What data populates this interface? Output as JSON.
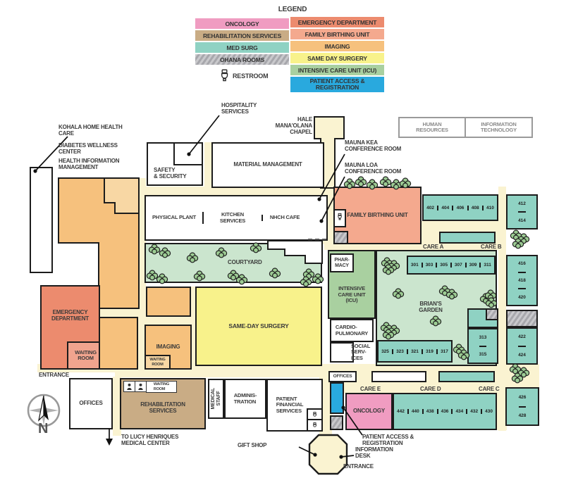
{
  "legend": {
    "title": "LEGEND",
    "items_left": [
      {
        "label": "ONCOLOGY",
        "color": "#F09CC1"
      },
      {
        "label": "REHABILITATION SERVICES",
        "color": "#C9AC85"
      },
      {
        "label": "MED SURG",
        "color": "#8FD2C3"
      },
      {
        "label": "OHANA ROOMS",
        "color": "#b4b4b8"
      }
    ],
    "items_right": [
      {
        "label": "EMERGENCY DEPARTMENT",
        "color": "#EC8B6E"
      },
      {
        "label": "FAMILY BIRTHING UNIT",
        "color": "#F4A98E"
      },
      {
        "label": "IMAGING",
        "color": "#F6C17D"
      },
      {
        "label": "SAME DAY SURGERY",
        "color": "#F8F28B"
      },
      {
        "label": "INTENSIVE CARE UNIT (ICU)",
        "color": "#A9D0A0"
      },
      {
        "label": "PATIENT ACCESS &\nREGISTRATION",
        "color": "#29A9DE"
      }
    ],
    "restroom_label": "RESTROOM"
  },
  "colors": {
    "oncology": "#F09CC1",
    "emergency": "#EC8B6E",
    "emergency_waiting": "#F0A48E",
    "rehabilitation": "#C9AC85",
    "family_birthing": "#F4A98E",
    "med_surg": "#8FD2C3",
    "imaging": "#F6C17D",
    "imaging_waiting": "#F8D7A4",
    "same_day_surgery": "#F8F28B",
    "icu": "#A9D0A0",
    "patient_access": "#29A9DE",
    "garden_green": "#CBE5CE",
    "tree_green": "#9CCB93",
    "corridor_cream": "#FAF3D1",
    "wall": "#1c1c1c",
    "ohana_gray": "#b4b4b8"
  },
  "map": {
    "labels": {
      "kohala": "KOHALA HOME HEALTH\nCARE",
      "diabetes": "DIABETES WELLNESS\nCENTER",
      "him": "HEALTH INFORMATION\nMANAGEMENT",
      "hospitality": "HOSPITALITY\nSERVICES",
      "chapel": "HALE\nMANA'OLANA\nCHAPEL",
      "mauna_kea": "MAUNA KEA\nCONFERENCE ROOM",
      "mauna_loa": "MAUNA LOA\nCONFERENCE ROOM",
      "human_resources": "HUMAN\nRESOURCES",
      "information_technology": "INFORMATION\nTECHNOLOGY",
      "safety_security": "SAFETY\n& SECURITY",
      "material_management": "MATERIAL MANAGEMENT",
      "physical_plant": "PHYSICAL PLANT",
      "kitchen_services": "KITCHEN\nSERVICES",
      "nhch_cafe": "NHCH CAFE",
      "family_birthing_unit": "FAMILY BIRTHING UNIT",
      "imaging": "IMAGING",
      "waiting_room": "WAITING\nROOM",
      "emergency_department": "EMERGENCY\nDEPARTMENT",
      "same_day_surgery": "SAME-DAY SURGERY",
      "courtyard": "COURTYARD",
      "pharmacy": "PHAR-\nMACY",
      "icu": "INTENSIVE\nCARE UNIT\n(ICU)",
      "brians_garden": "BRIAN'S\nGARDEN",
      "cardio_pulmonary": "CARDIO-\nPULMONARY",
      "social_services": "SOCIAL\nSERV-\nICES",
      "care_a": "CARE A",
      "care_b": "CARE B",
      "care_c": "CARE C",
      "care_d": "CARE D",
      "care_e": "CARE E",
      "offices": "OFFICES",
      "oncology": "ONCOLOGY",
      "rehabilitation": "REHABILITATION\nSERVICES",
      "medical_staff": "MEDICAL\nSTAFF",
      "administration": "ADMINIS-\nTRATION",
      "patient_financial": "PATIENT\nFINANCIAL\nSERVICES",
      "gift_shop": "GIFT SHOP",
      "information_desk": "INFORMATION\nDESK",
      "entrance": "ENTRANCE",
      "patient_access": "PATIENT ACCESS &\nREGISTRATION",
      "lucy": "TO LUCY HENRIQUES\nMEDICAL CENTER",
      "north": "N"
    },
    "numbers": {
      "care_ab": [
        "402",
        "404",
        "406",
        "408",
        "410"
      ],
      "right_top": [
        "412",
        "414"
      ],
      "right_mid": [
        "416",
        "418",
        "420"
      ],
      "right_mid2": [
        "422",
        "424"
      ],
      "right_bottom": [
        "426",
        "428"
      ],
      "garden_top": [
        "301",
        "303",
        "305",
        "307",
        "309",
        "311"
      ],
      "garden_right": [
        "313",
        "315"
      ],
      "garden_bottom": [
        "325",
        "323",
        "321",
        "319",
        "317"
      ],
      "care_cde": [
        "442",
        "440",
        "438",
        "436",
        "434",
        "432",
        "430"
      ]
    }
  }
}
